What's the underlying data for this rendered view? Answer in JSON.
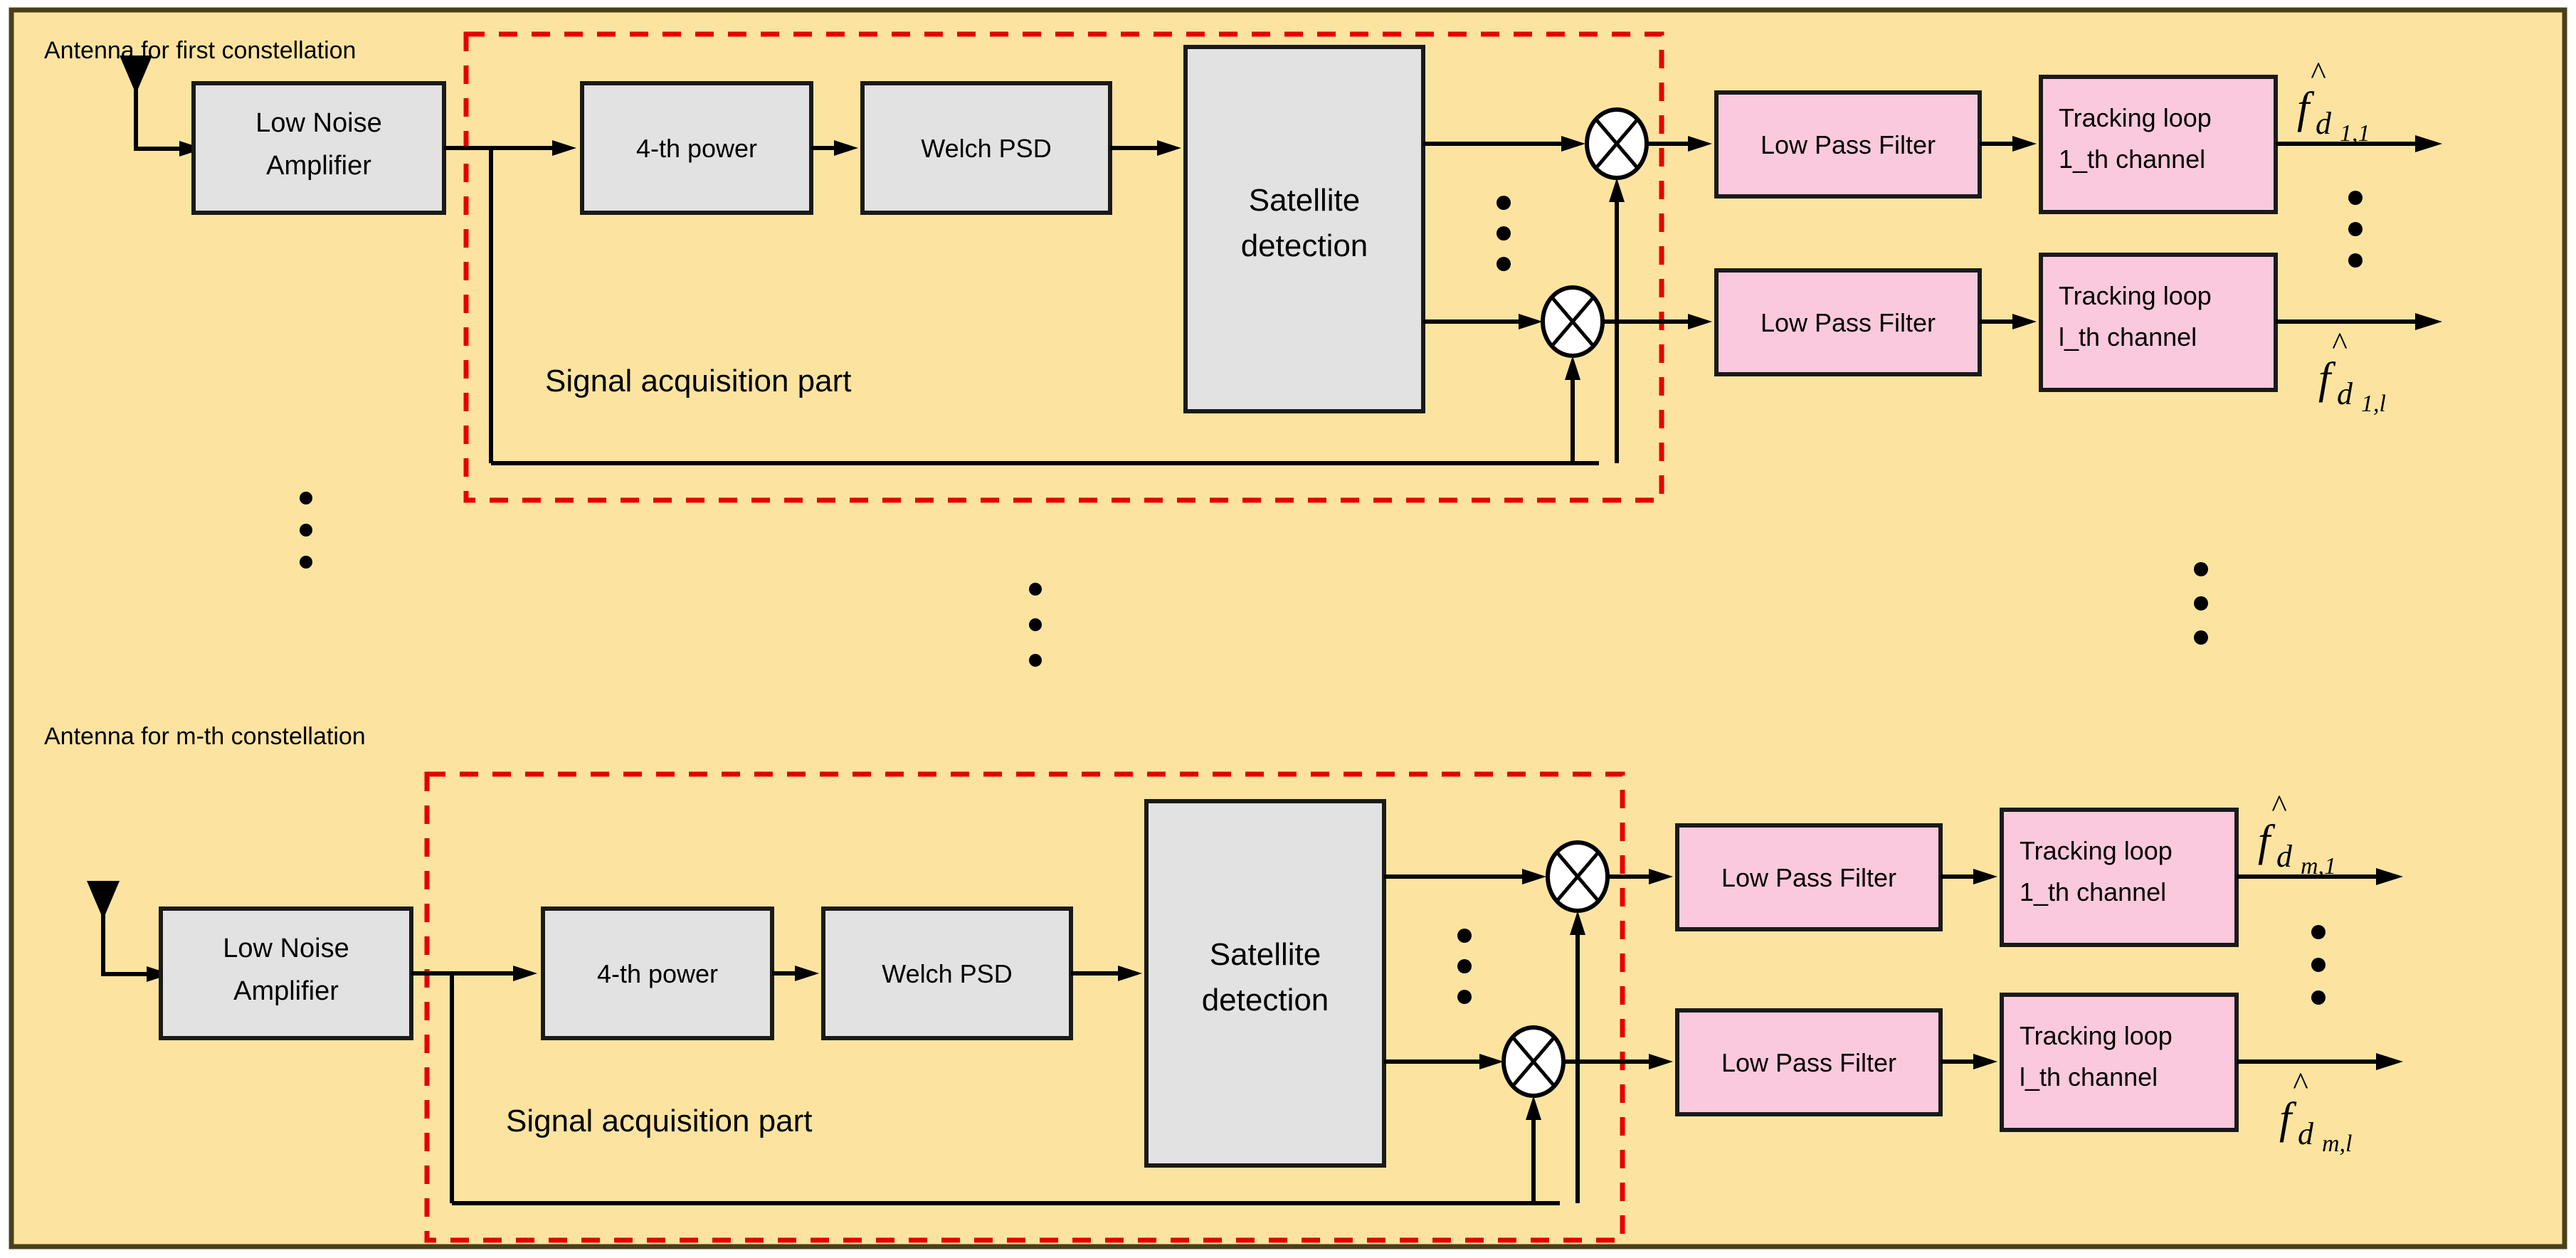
{
  "figure": {
    "background_color": "#fce4a0",
    "outer_border_color": "#4a3f1a",
    "acquisition_box_color": "#e60000",
    "gray_block_fill": "#e2e2e2",
    "pink_block_fill": "#fbc9dd",
    "line_color": "#000000"
  },
  "sections": [
    {
      "id": "first",
      "antenna_label": "Antenna for first constellation",
      "acquisition_label": "Signal acquisition part",
      "blocks": {
        "lna": "Low Noise\nAmplifier",
        "lna_line1": "Low Noise",
        "lna_line2": "Amplifier",
        "power": "4-th power",
        "psd": "Welch PSD",
        "detection_line1": "Satellite",
        "detection_line2": "detection"
      },
      "channels": [
        {
          "lpf": "Low Pass Filter",
          "tracking_line1": "Tracking loop",
          "tracking_line2": "1_th channel",
          "output_base": "f",
          "output_sub": "d",
          "output_subsub": "1,1"
        },
        {
          "lpf": "Low Pass Filter",
          "tracking_line1": "Tracking loop",
          "tracking_line2": "l_th channel",
          "output_base": "f",
          "output_sub": "d",
          "output_subsub": "1,l"
        }
      ]
    },
    {
      "id": "mth",
      "antenna_label": "Antenna for m-th constellation",
      "acquisition_label": "Signal acquisition part",
      "blocks": {
        "lna": "Low Noise\nAmplifier",
        "lna_line1": "Low Noise",
        "lna_line2": "Amplifier",
        "power": "4-th power",
        "psd": "Welch PSD",
        "detection_line1": "Satellite",
        "detection_line2": "detection"
      },
      "channels": [
        {
          "lpf": "Low Pass Filter",
          "tracking_line1": "Tracking loop",
          "tracking_line2": "1_th channel",
          "output_base": "f",
          "output_sub": "d",
          "output_subsub": "m,1"
        },
        {
          "lpf": "Low Pass Filter",
          "tracking_line1": "Tracking loop",
          "tracking_line2": "l_th channel",
          "output_base": "f",
          "output_sub": "d",
          "output_subsub": "m,l"
        }
      ]
    }
  ],
  "ellipsis": {
    "glyph": "•",
    "groups": [
      "vertical-dots-antenna-column",
      "vertical-dots-center",
      "vertical-dots-mixer-top",
      "vertical-dots-mixer-bottom",
      "vertical-dots-output-top",
      "vertical-dots-output-bottom"
    ]
  },
  "icons": {
    "antenna": "antenna-icon",
    "mixer": "mixer-multiplier-icon",
    "arrow": "arrowhead-icon"
  }
}
